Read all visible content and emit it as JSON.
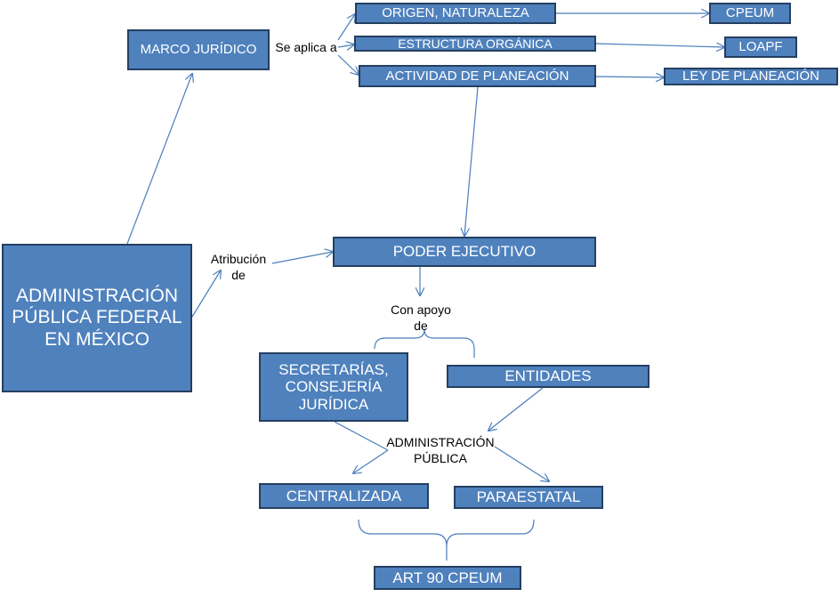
{
  "colors": {
    "node_fill": "#4f81bd",
    "node_border": "#243f60",
    "node_text": "#ffffff",
    "connector": "#4a7ebb",
    "label_text": "#000000"
  },
  "nodes": {
    "apf": "ADMINISTRACIÓN PÚBLICA FEDERAL EN MÉXICO",
    "marco": "MARCO JURÍDICO",
    "origen": "ORIGEN,  NATURALEZA",
    "estructura": "ESTRUCTURA ORGÁNICA",
    "actividad": "ACTIVIDAD DE PLANEACIÓN",
    "cpeum": "CPEUM",
    "loapf": "LOAPF",
    "ley": "LEY DE PLANEACIÓN",
    "poder": "PODER EJECUTIVO",
    "secretarias": "SECRETARÍAS, CONSEJERÍA JURÍDICA",
    "entidades": "ENTIDADES",
    "centralizada": "CENTRALIZADA",
    "paraestatal": "PARAESTATAL",
    "art90": "ART 90 CPEUM"
  },
  "labels": {
    "se_aplica": "Se aplica a",
    "atribucion": "Atribución de",
    "con_apoyo": "Con apoyo de",
    "admin_publica": "ADMINISTRACIÓN PÚBLICA"
  }
}
